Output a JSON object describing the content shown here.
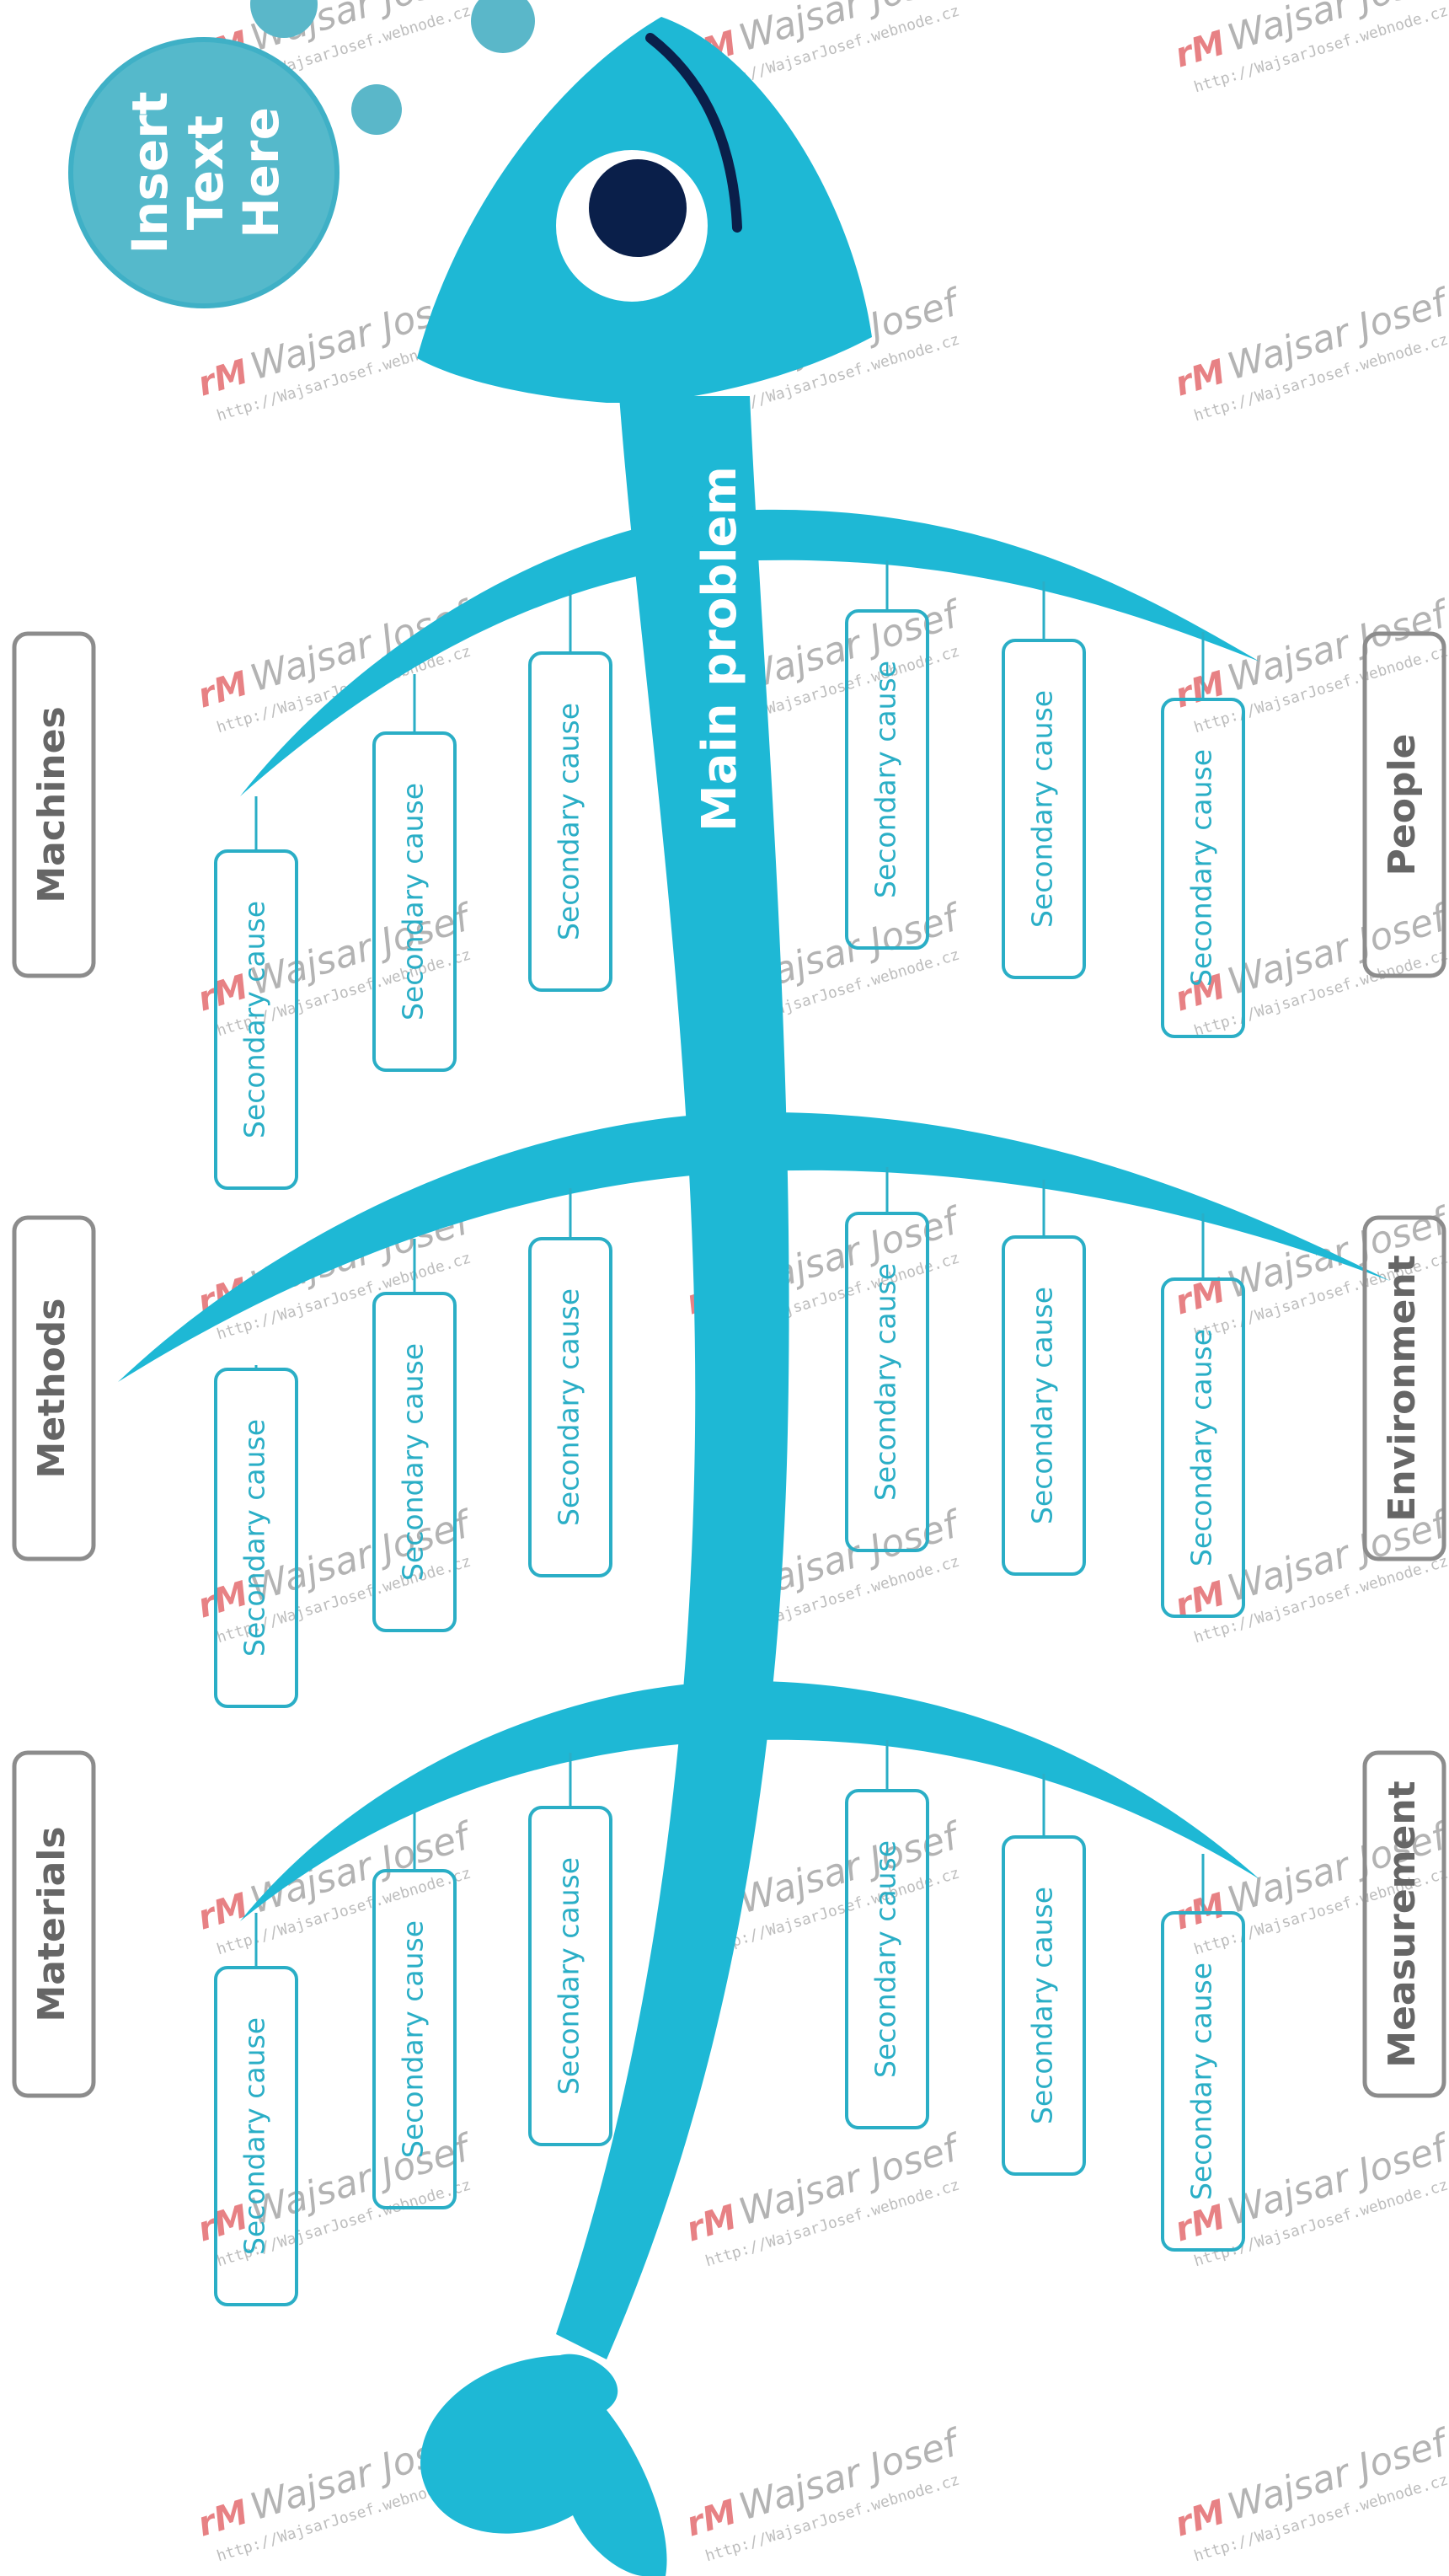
{
  "title_circle": {
    "lines": [
      "Insert",
      "Text",
      "Here"
    ]
  },
  "main_problem": "Main problem",
  "categories": {
    "left": [
      "Machines",
      "Methods",
      "Materials"
    ],
    "right": [
      "People",
      "Environment",
      "Measurement"
    ]
  },
  "secondary_label": "Secondary cause",
  "watermark": {
    "logo": "rM",
    "name": "Wajsar Josef",
    "url": "http://WajsarJosef.webnode.cz"
  },
  "colors": {
    "fish": "#1eb8d5",
    "circle": "#55b9cb",
    "bubble": "#5ab7c9",
    "eye": "#0a1f4a",
    "cause_border": "#2aaec6",
    "cause_text": "#2aaec6",
    "category_border": "#8c8c8c",
    "category_text": "#666666"
  }
}
